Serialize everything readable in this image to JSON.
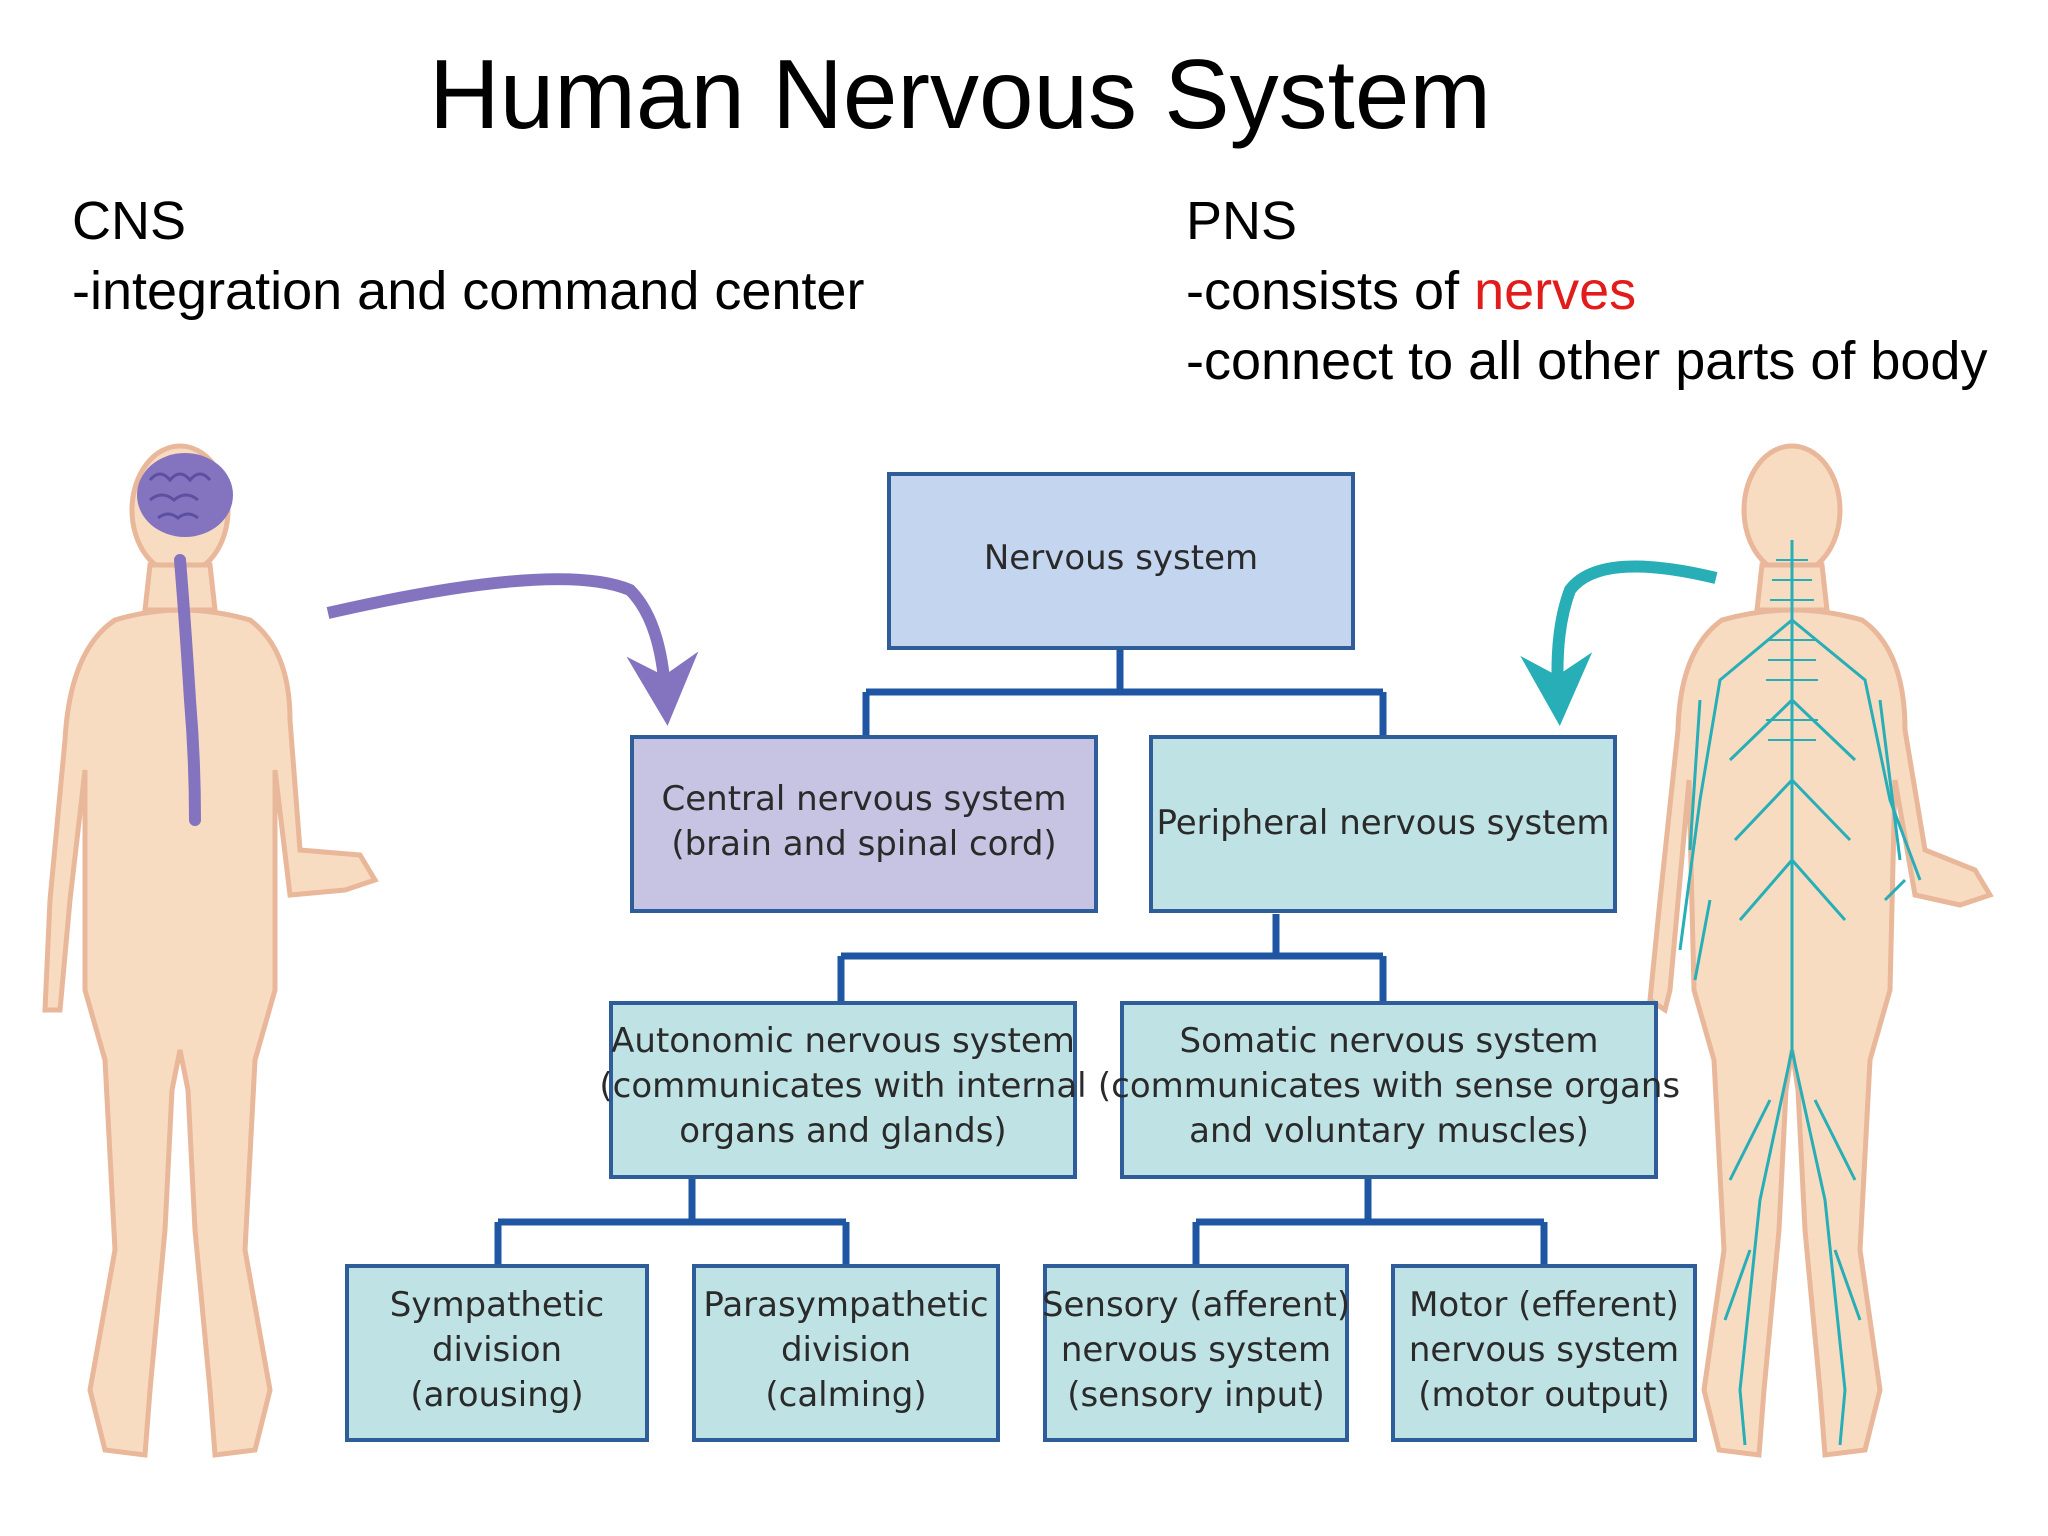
{
  "title": "Human Nervous System",
  "cns": {
    "heading": "CNS",
    "line1": "-integration and command center"
  },
  "pns": {
    "heading": "PNS",
    "line1_prefix": "-consists of ",
    "line1_highlight": "nerves",
    "line2": "-connect to all other parts of body"
  },
  "colors": {
    "cns_box": "#c6c3e3",
    "pns_box": "#bfe3e5",
    "root_box": "#c4d6ef",
    "connector": "#1f56a3",
    "highlight": "#e21b1b",
    "skin": "#f8dcc2",
    "cns_accent": "#8474c0",
    "pns_accent": "#27aeb6"
  },
  "boxes": {
    "root": [
      "Nervous system"
    ],
    "cns": [
      "Central nervous system",
      "(brain and spinal cord)"
    ],
    "pns": [
      "Peripheral nervous system"
    ],
    "autonomic": [
      "Autonomic nervous system",
      "(communicates with internal",
      "organs and glands)"
    ],
    "somatic": [
      "Somatic nervous system",
      "(communicates with sense organs",
      "and voluntary muscles)"
    ],
    "sympathetic": [
      "Sympathetic",
      "division",
      "(arousing)"
    ],
    "parasympathetic": [
      "Parasympathetic",
      "division",
      "(calming)"
    ],
    "sensory": [
      "Sensory (afferent)",
      "nervous system",
      "(sensory input)"
    ],
    "motor": [
      "Motor (efferent)",
      "nervous system",
      "(motor output)"
    ]
  },
  "icons": {
    "left_figure": "human-body-brain-spinal-cord-icon",
    "right_figure": "human-body-nerve-network-icon",
    "left_arrow": "curved-arrow-icon",
    "right_arrow": "curved-arrow-icon"
  }
}
